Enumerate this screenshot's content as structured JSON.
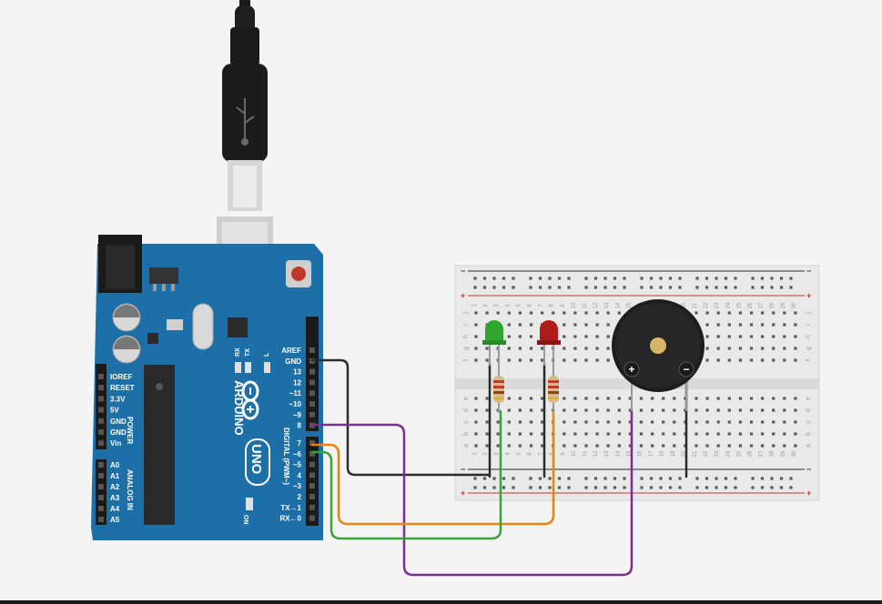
{
  "board": {
    "brand": "ARDUINO",
    "model": "UNO",
    "on_label": "ON",
    "tx_label": "TX",
    "rx_label": "RX",
    "l_label": "L",
    "top_pins": [
      "AREF",
      "GND",
      "13",
      "12",
      "~11",
      "~10",
      "~9",
      "8"
    ],
    "bottom_pins": [
      "7",
      "~6",
      "~5",
      "4",
      "~3",
      "2",
      "TX→1",
      "RX←0"
    ],
    "digital_label": "DIGITAL (PWM~)",
    "power_pins": [
      "IOREF",
      "RESET",
      "3.3V",
      "5V",
      "GND",
      "GND",
      "Vin"
    ],
    "power_label": "POWER",
    "analog_pins": [
      "A0",
      "A1",
      "A2",
      "A3",
      "A4",
      "A5"
    ],
    "analog_label": "ANALOG IN"
  },
  "breadboard": {
    "rail_minus": "−",
    "rail_plus": "+",
    "rows_top": [
      "j",
      "i",
      "h",
      "g",
      "f"
    ],
    "rows_bottom": [
      "e",
      "d",
      "c",
      "b",
      "a"
    ],
    "columns": [
      "1",
      "2",
      "3",
      "4",
      "5",
      "6",
      "7",
      "8",
      "9",
      "10",
      "11",
      "12",
      "13",
      "14",
      "15",
      "16",
      "17",
      "18",
      "19",
      "20",
      "21",
      "22",
      "23",
      "24",
      "25",
      "26",
      "27",
      "28",
      "29",
      "30"
    ]
  },
  "buzzer": {
    "plus": "+",
    "minus": "−"
  },
  "colors": {
    "board": "#1d6fa8",
    "breadboard": "#e9e9e9",
    "wire_black": "#2b2b2b",
    "wire_purple": "#7a2f8f",
    "wire_orange": "#e8840f",
    "wire_green": "#3aa33a",
    "led_green": "#2fa52f",
    "led_red": "#b11a1a"
  }
}
